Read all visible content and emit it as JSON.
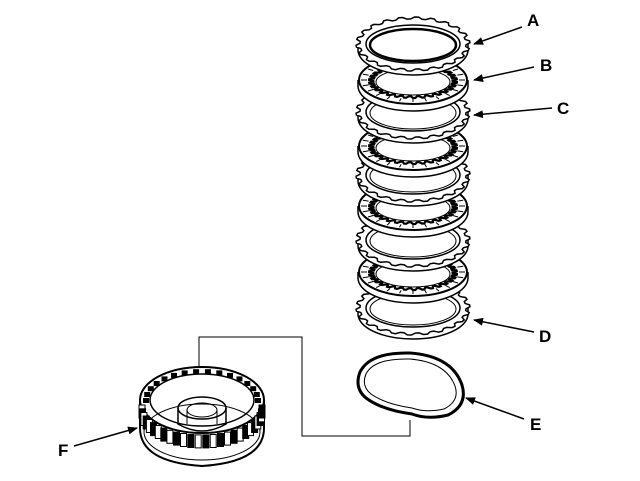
{
  "callouts": [
    {
      "id": "a",
      "letter": "A"
    },
    {
      "id": "b",
      "letter": "B"
    },
    {
      "id": "c",
      "letter": "C"
    },
    {
      "id": "d",
      "letter": "D"
    },
    {
      "id": "e",
      "letter": "E"
    },
    {
      "id": "f",
      "letter": "F"
    }
  ],
  "colors": {
    "ink": "#000000",
    "paper": "#ffffff"
  }
}
